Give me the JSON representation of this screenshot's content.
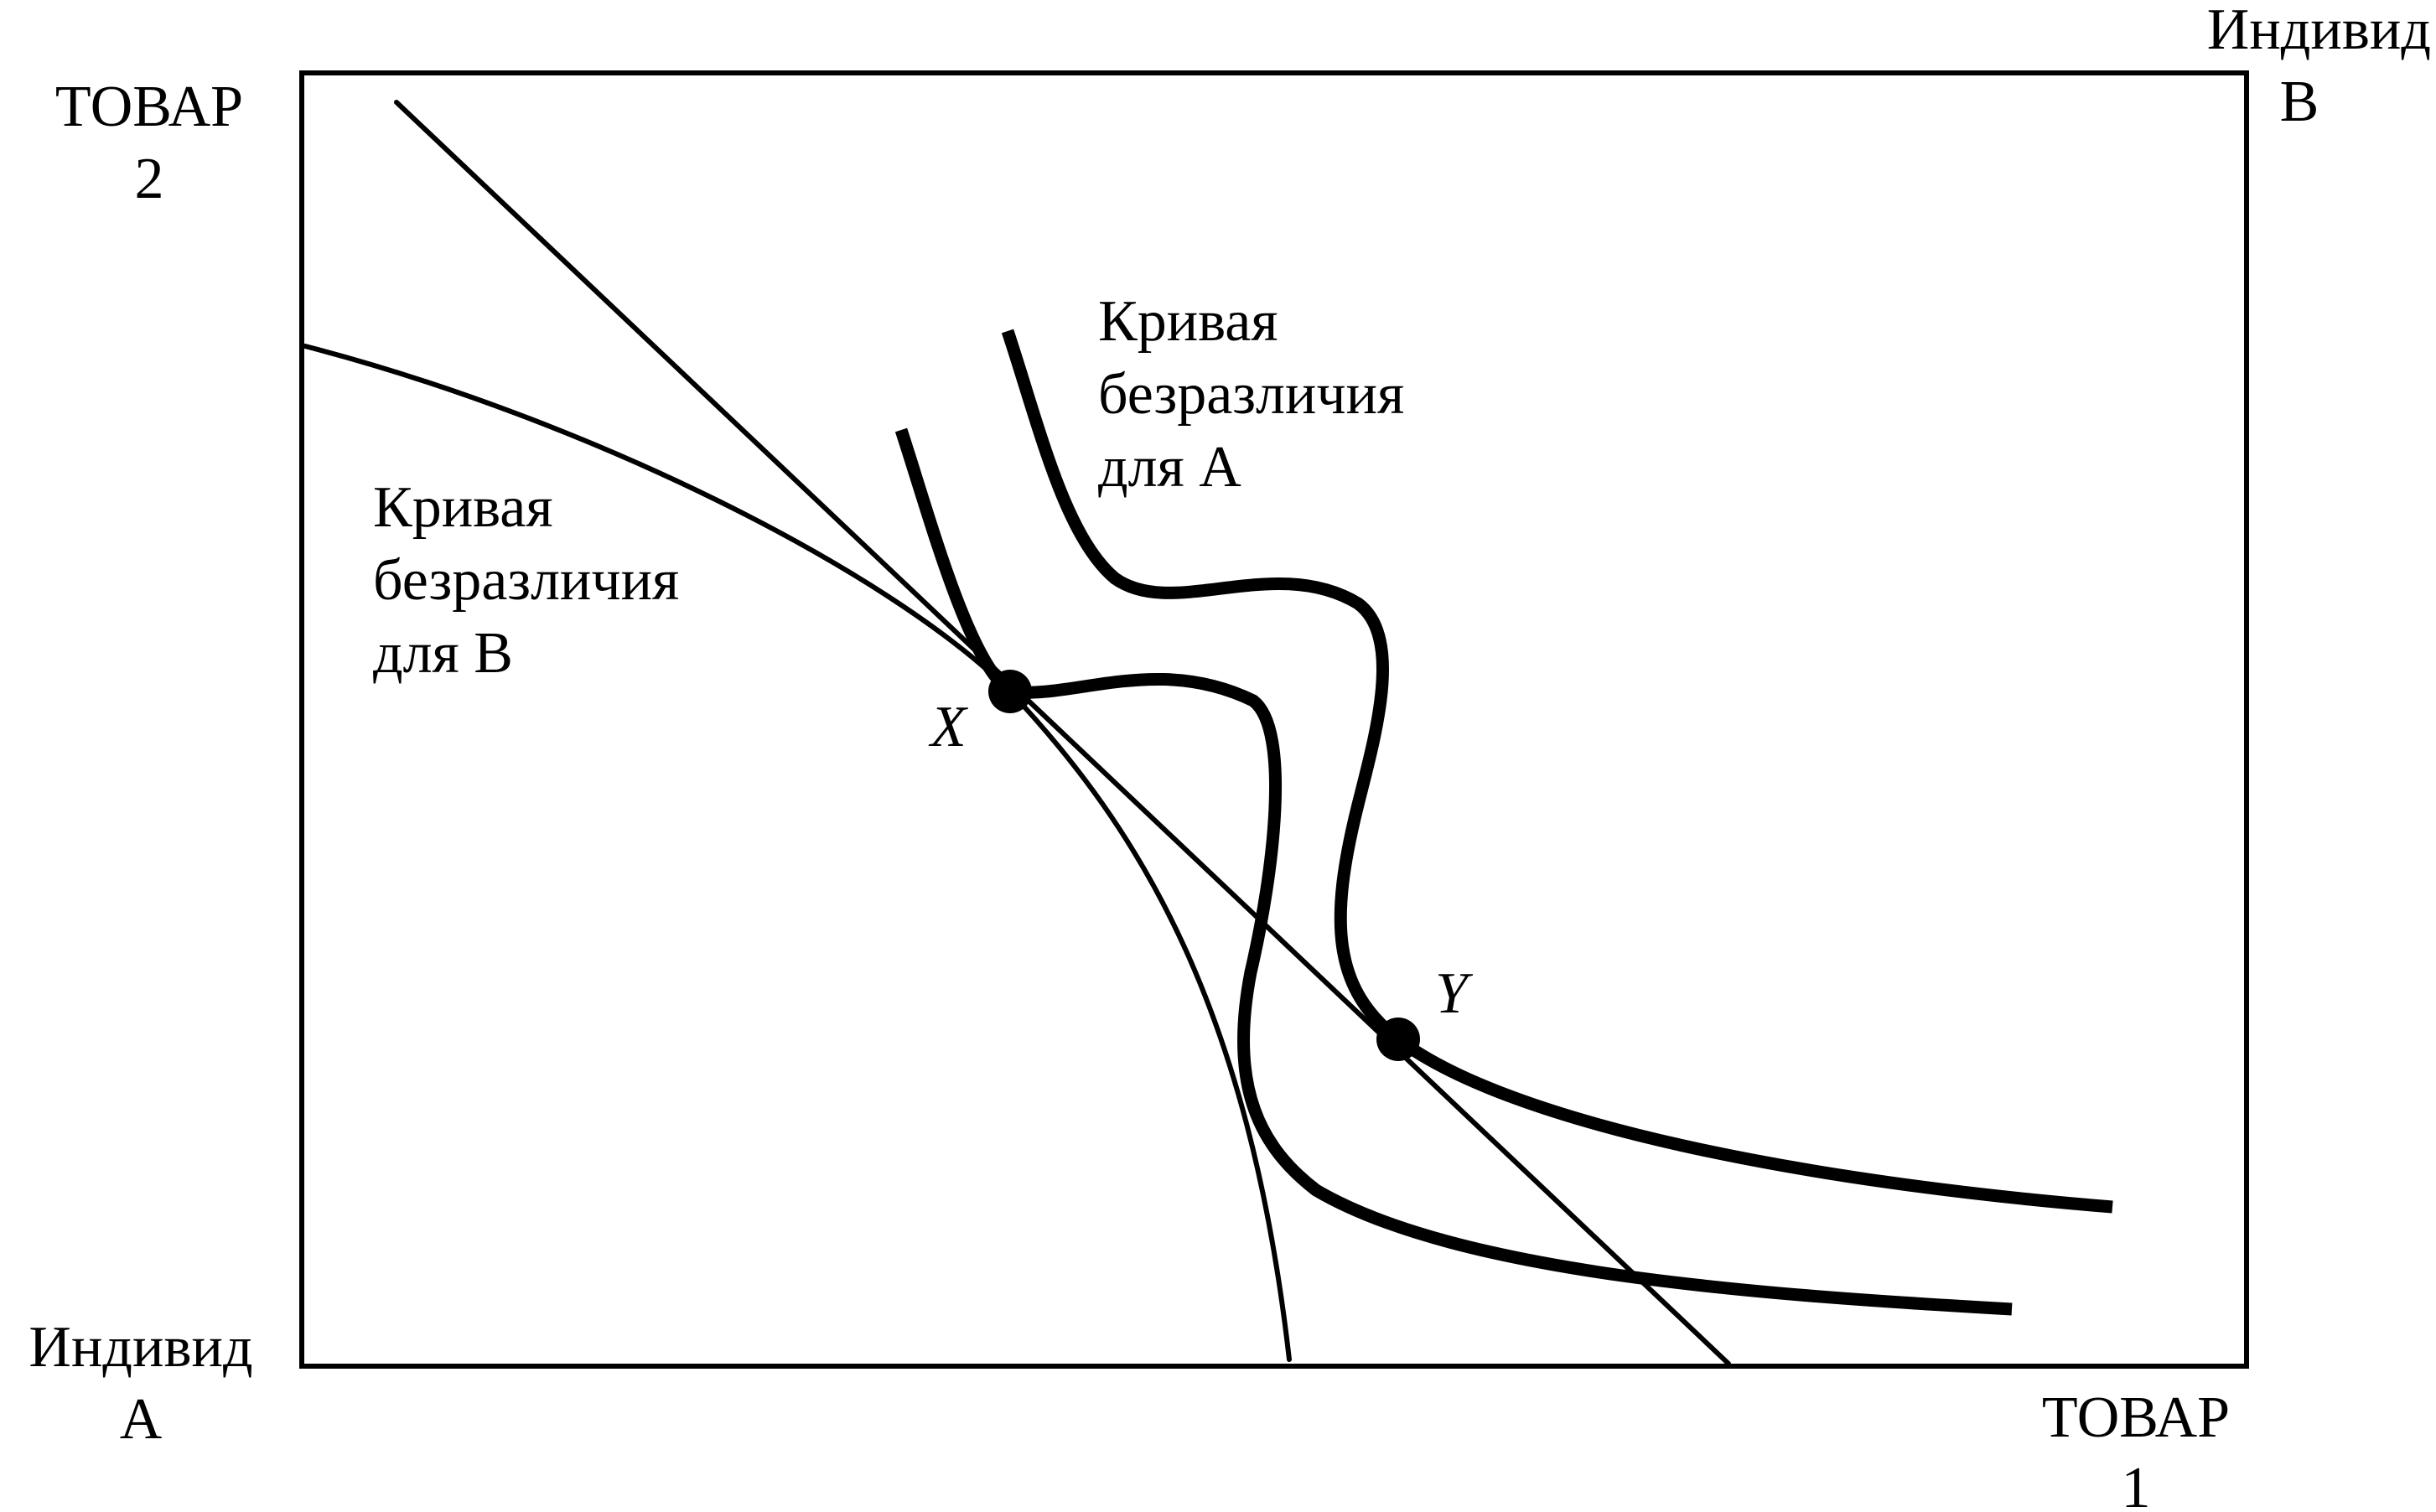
{
  "corners": {
    "top_left": {
      "line1": "ТОВАР",
      "line2": "2"
    },
    "top_right": {
      "line1": "Индивид",
      "line2": "B"
    },
    "bottom_left": {
      "line1": "Индивид",
      "line2": "A"
    },
    "bottom_right": {
      "line1": "ТОВАР",
      "line2": "1"
    }
  },
  "curve_labels": {
    "for_a": {
      "line1": "Кривая",
      "line2": "безразличия",
      "line3": "для A"
    },
    "for_b": {
      "line1": "Кривая",
      "line2": "безразличия",
      "line3": "для B"
    }
  },
  "points": {
    "x": "X",
    "y": "Y"
  },
  "colors": {
    "ink": "#000000",
    "background": "#ffffff"
  }
}
